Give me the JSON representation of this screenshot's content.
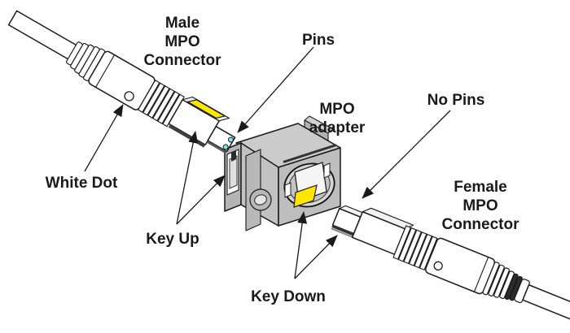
{
  "labels": {
    "male_connector": {
      "lines": [
        "Male",
        "MPO",
        "Connector"
      ]
    },
    "pins": "Pins",
    "white_dot": "White Dot",
    "key_up": "Key Up",
    "mpo_adapter": {
      "lines": [
        "MPO",
        "adapter"
      ]
    },
    "no_pins": "No Pins",
    "female_connector": {
      "lines": [
        "Female",
        "MPO",
        "Connector"
      ]
    },
    "key_down": "Key Down"
  },
  "colors": {
    "key_yellow": "#ffe600",
    "pin_cyan": "#7de6ea",
    "adapter_gray": "#bdbdbd",
    "adapter_gray_light": "#cbcbcb",
    "adapter_gray_dark": "#b2b2b2",
    "outline_dark": "#1a1a1a",
    "background": "#ffffff"
  }
}
